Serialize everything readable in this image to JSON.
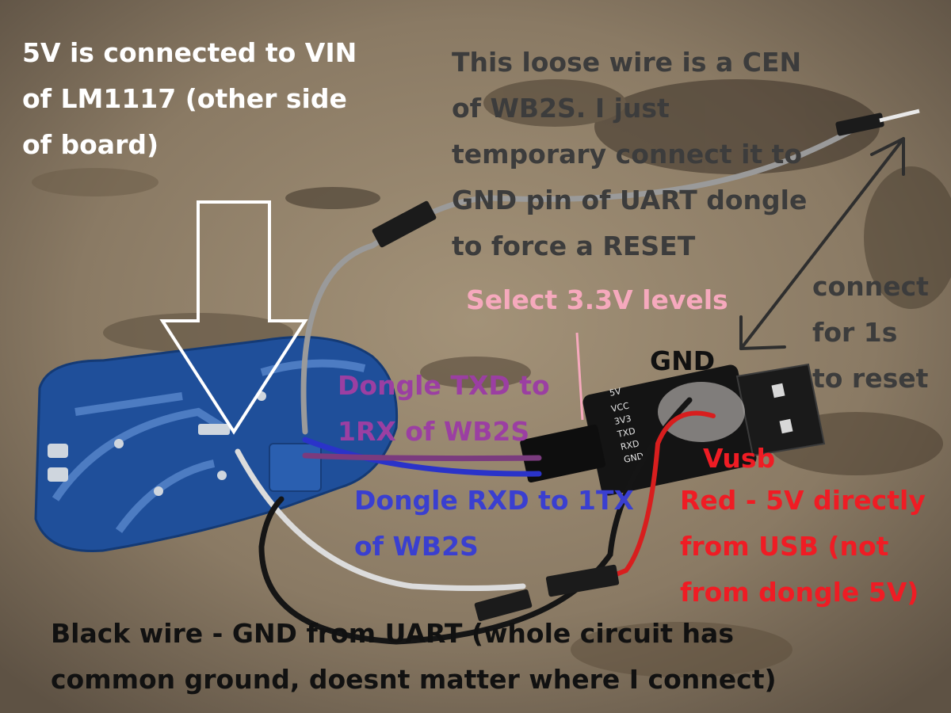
{
  "annotations": {
    "vin": "5V is connected to VIN\nof LM1117 (other side\nof board)",
    "cen": "This loose wire is a CEN\nof WB2S. I just\ntemporary connect it to\nGND pin of UART dongle\nto force a RESET",
    "reset": "connect\nfor 1s\nto reset",
    "select": "Select 3.3V levels",
    "gnd": "GND",
    "txd": "Dongle TXD to\n1RX of WB2S",
    "vusb": "Vusb",
    "red": "Red - 5V directly\nfrom USB (not\nfrom dongle 5V)",
    "rxd": "Dongle RXD to 1TX\nof WB2S",
    "black": "Black wire - GND from UART (whole circuit has\ncommon ground, doesnt matter where I connect)"
  },
  "dongle_pins": [
    "5V",
    "VCC",
    "3V3",
    "TXD",
    "RXD",
    "GND"
  ],
  "colors": {
    "board": "#1f4f9a",
    "wood": "#8a7a66",
    "wire_black": "#151515",
    "wire_red": "#d81e1e",
    "wire_blue": "#2a33c9",
    "wire_purple": "#7a3b7e",
    "wire_gray": "#9a9a9a",
    "wire_white": "#dcdcdc"
  }
}
